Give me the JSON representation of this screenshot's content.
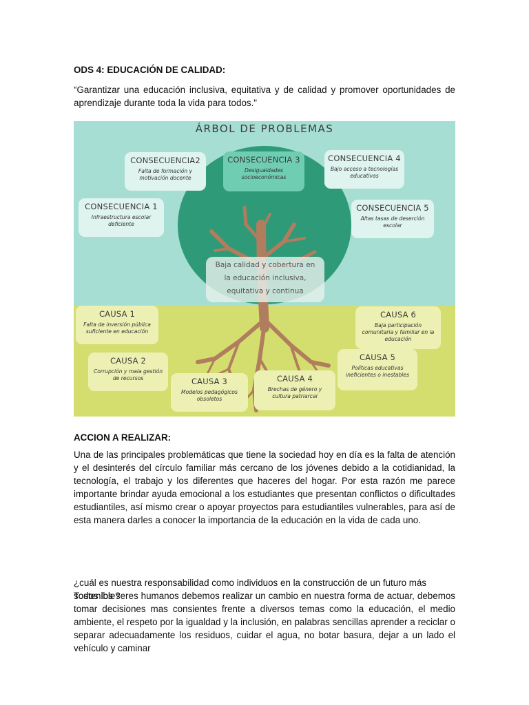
{
  "doc": {
    "ods_heading": "ODS 4: EDUCACIÓN DE CALIDAD:",
    "quote": "“Garantizar una educación inclusiva, equitativa y de calidad y promover oportunidades de aprendizaje durante toda la vida para todos.\"",
    "action_heading": "ACCION A REALIZAR:",
    "action_paragraph": "Una de las principales problemáticas que tiene la sociedad hoy en día es la falta de atención y el desinterés del círculo familiar más cercano de los jóvenes debido a la cotidianidad, la tecnología, el trabajo y los diferentes que haceres del hogar. Por esta razón me parece importante brindar ayuda emocional a los estudiantes que presentan conflictos o dificultades estudiantiles, así mismo crear o apoyar proyectos para estudiantiles vulnerables, para así de esta manera darles a conocer la importancia de la educación en la vida de cada uno.",
    "question": "¿cuál es nuestra responsabilidad como individuos en la construcción de un futuro más sostenible?",
    "answer_paragraph": "Todos los seres humanos debemos realizar un cambio en nuestra forma de actuar, debemos tomar decisiones mas consientes frente a diversos temas como la educación, el medio ambiente, el respeto por la igualdad y la inclusión, en palabras sencillas aprender a reciclar o separar adecuadamente los residuos, cuidar el agua, no botar basura, dejar a un lado el vehículo y caminar"
  },
  "diagram": {
    "title": "ÁRBOL DE PROBLEMAS",
    "core_problem": [
      "Baja calidad y cobertura en",
      "la educación inclusiva,",
      "equitativa y continua"
    ],
    "colors": {
      "top_band": "#a6ded3",
      "bottom_band": "#d4de6e",
      "canopy": "#2e9a78",
      "trunk": "#b07d5e"
    },
    "consequences": [
      {
        "title": "CONSECUENCIA 1",
        "desc": "Infraestructura escolar deficiente"
      },
      {
        "title": "CONSECUENCIA2",
        "desc": "Falta de formación y motivación docente"
      },
      {
        "title": "CONSECUENCIA 3",
        "desc": "Desigualdades socioeconómicas"
      },
      {
        "title": "CONSECUENCIA 4",
        "desc": "Bajo acceso a tecnologías educativas"
      },
      {
        "title": "CONSECUENCIA 5",
        "desc": "Altas tasas de deserción escolar"
      }
    ],
    "causes": [
      {
        "title": "CAUSA 1",
        "desc": "Falta de inversión pública suficiente en educación"
      },
      {
        "title": "CAUSA 2",
        "desc": "Corrupción y mala gestión de recursos"
      },
      {
        "title": "CAUSA 3",
        "desc": "Modelos pedagógicos obsoletos"
      },
      {
        "title": "CAUSA 4",
        "desc": "Brechas de género y cultura patriarcal"
      },
      {
        "title": "CAUSA 5",
        "desc": "Políticas educativas ineficientes o inestables"
      },
      {
        "title": "CAUSA 6",
        "desc": "Baja participación comunitaria y familiar en la educación"
      }
    ]
  }
}
